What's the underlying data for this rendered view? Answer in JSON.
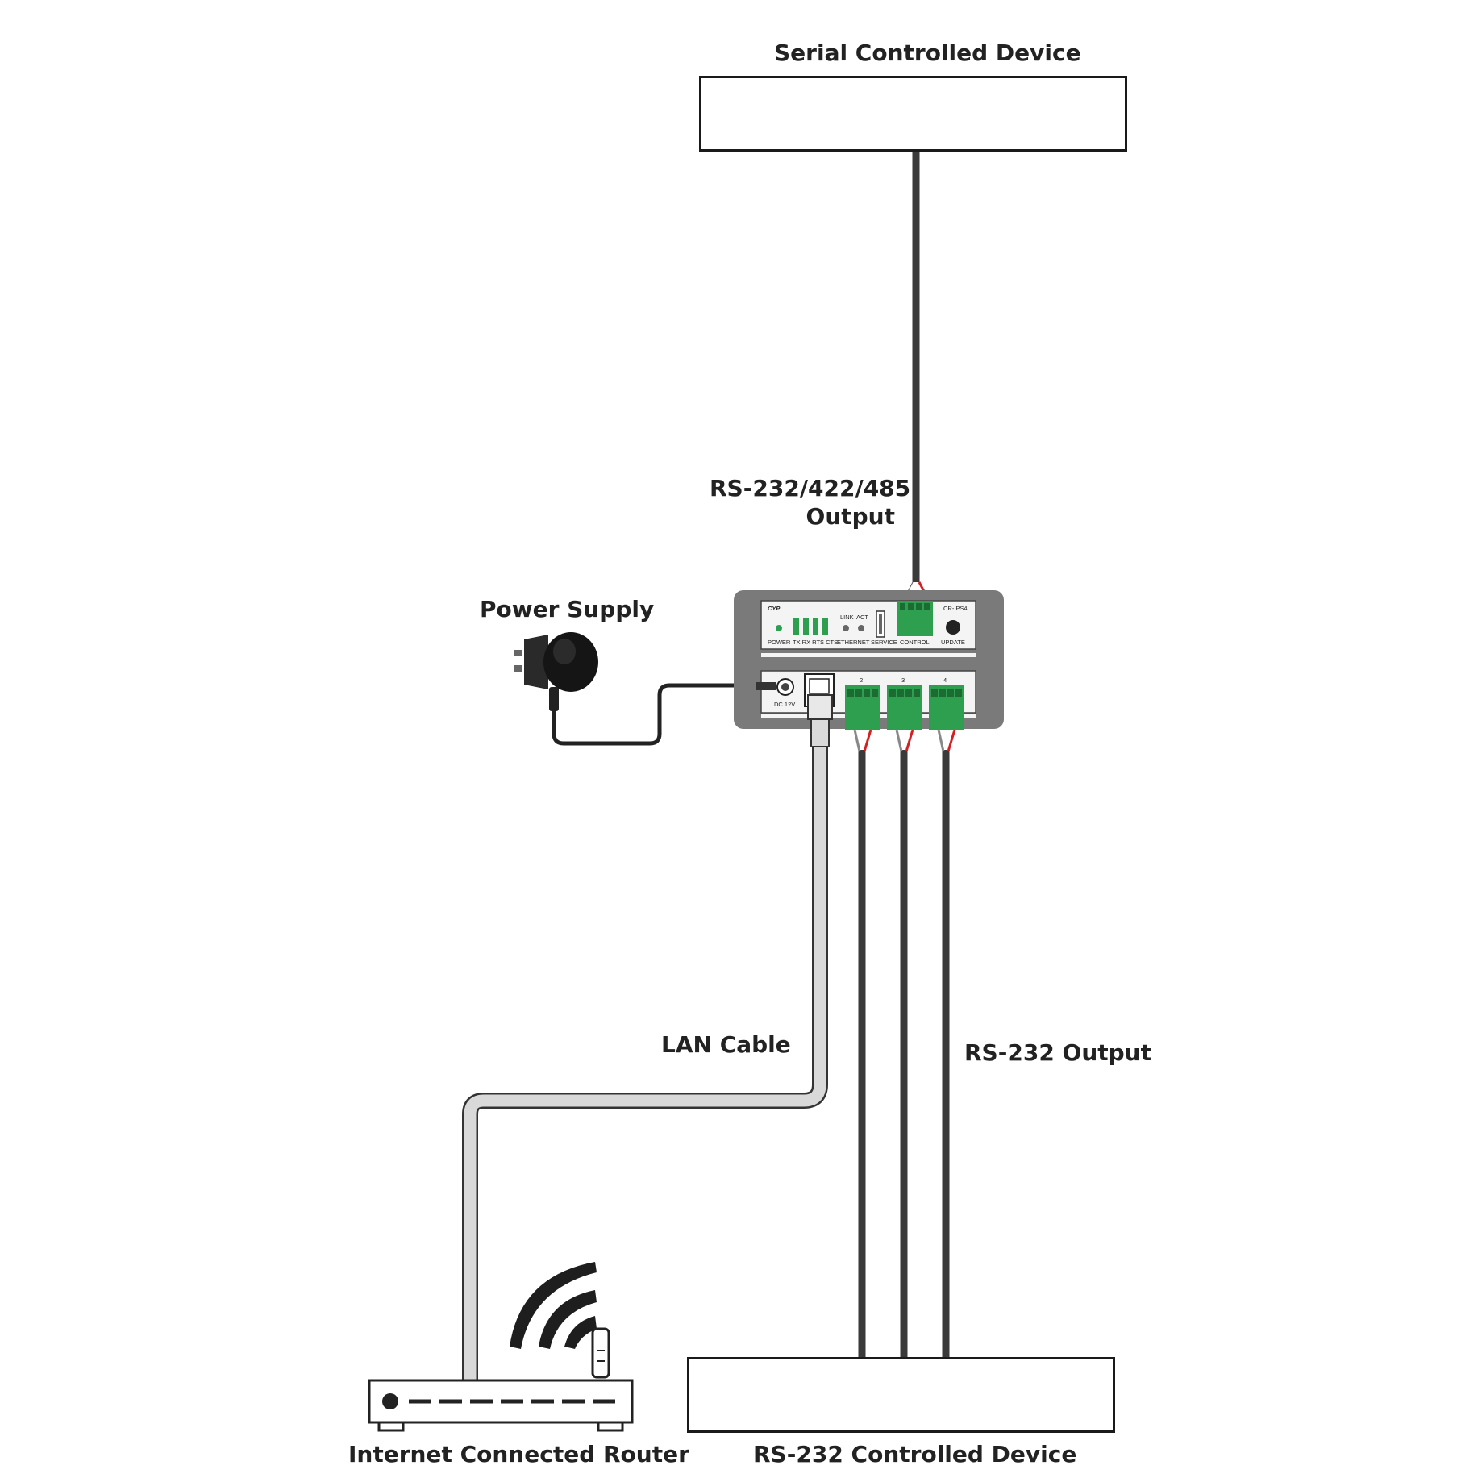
{
  "labels": {
    "serial_device": "Serial Controlled Device",
    "rs_multi_output_line1": "RS-232/422/485",
    "rs_multi_output_line2": "Output",
    "power_supply": "Power Supply",
    "lan_cable": "LAN Cable",
    "rs232_output": "RS-232 Output",
    "router": "Internet Connected Router",
    "rs232_device": "RS-232 Controlled Device"
  },
  "device": {
    "brand": "CYP",
    "model": "CR-IPS4",
    "front_labels": {
      "power": "POWER",
      "serial_leds": "TX  RX  RTS CTS",
      "ethernet": "ETHERNET",
      "link": "LINK",
      "act": "ACT",
      "service": "SERVICE",
      "control": "CONTROL",
      "update": "UPDATE"
    },
    "rear_labels": {
      "dc": "DC 12V",
      "port2": "2",
      "port3": "3",
      "port4": "4"
    }
  },
  "colors": {
    "cable_dark": "#3a3a3a",
    "lan_cable": "#d9d9d9",
    "terminal_green": "#2e9e4f",
    "device_body": "#7a7a7a",
    "wire_red": "#d42020"
  },
  "icons": [
    "power-adapter-icon",
    "wifi-signal-icon",
    "router-icon",
    "rj45-plug-icon",
    "terminal-block-icon"
  ]
}
